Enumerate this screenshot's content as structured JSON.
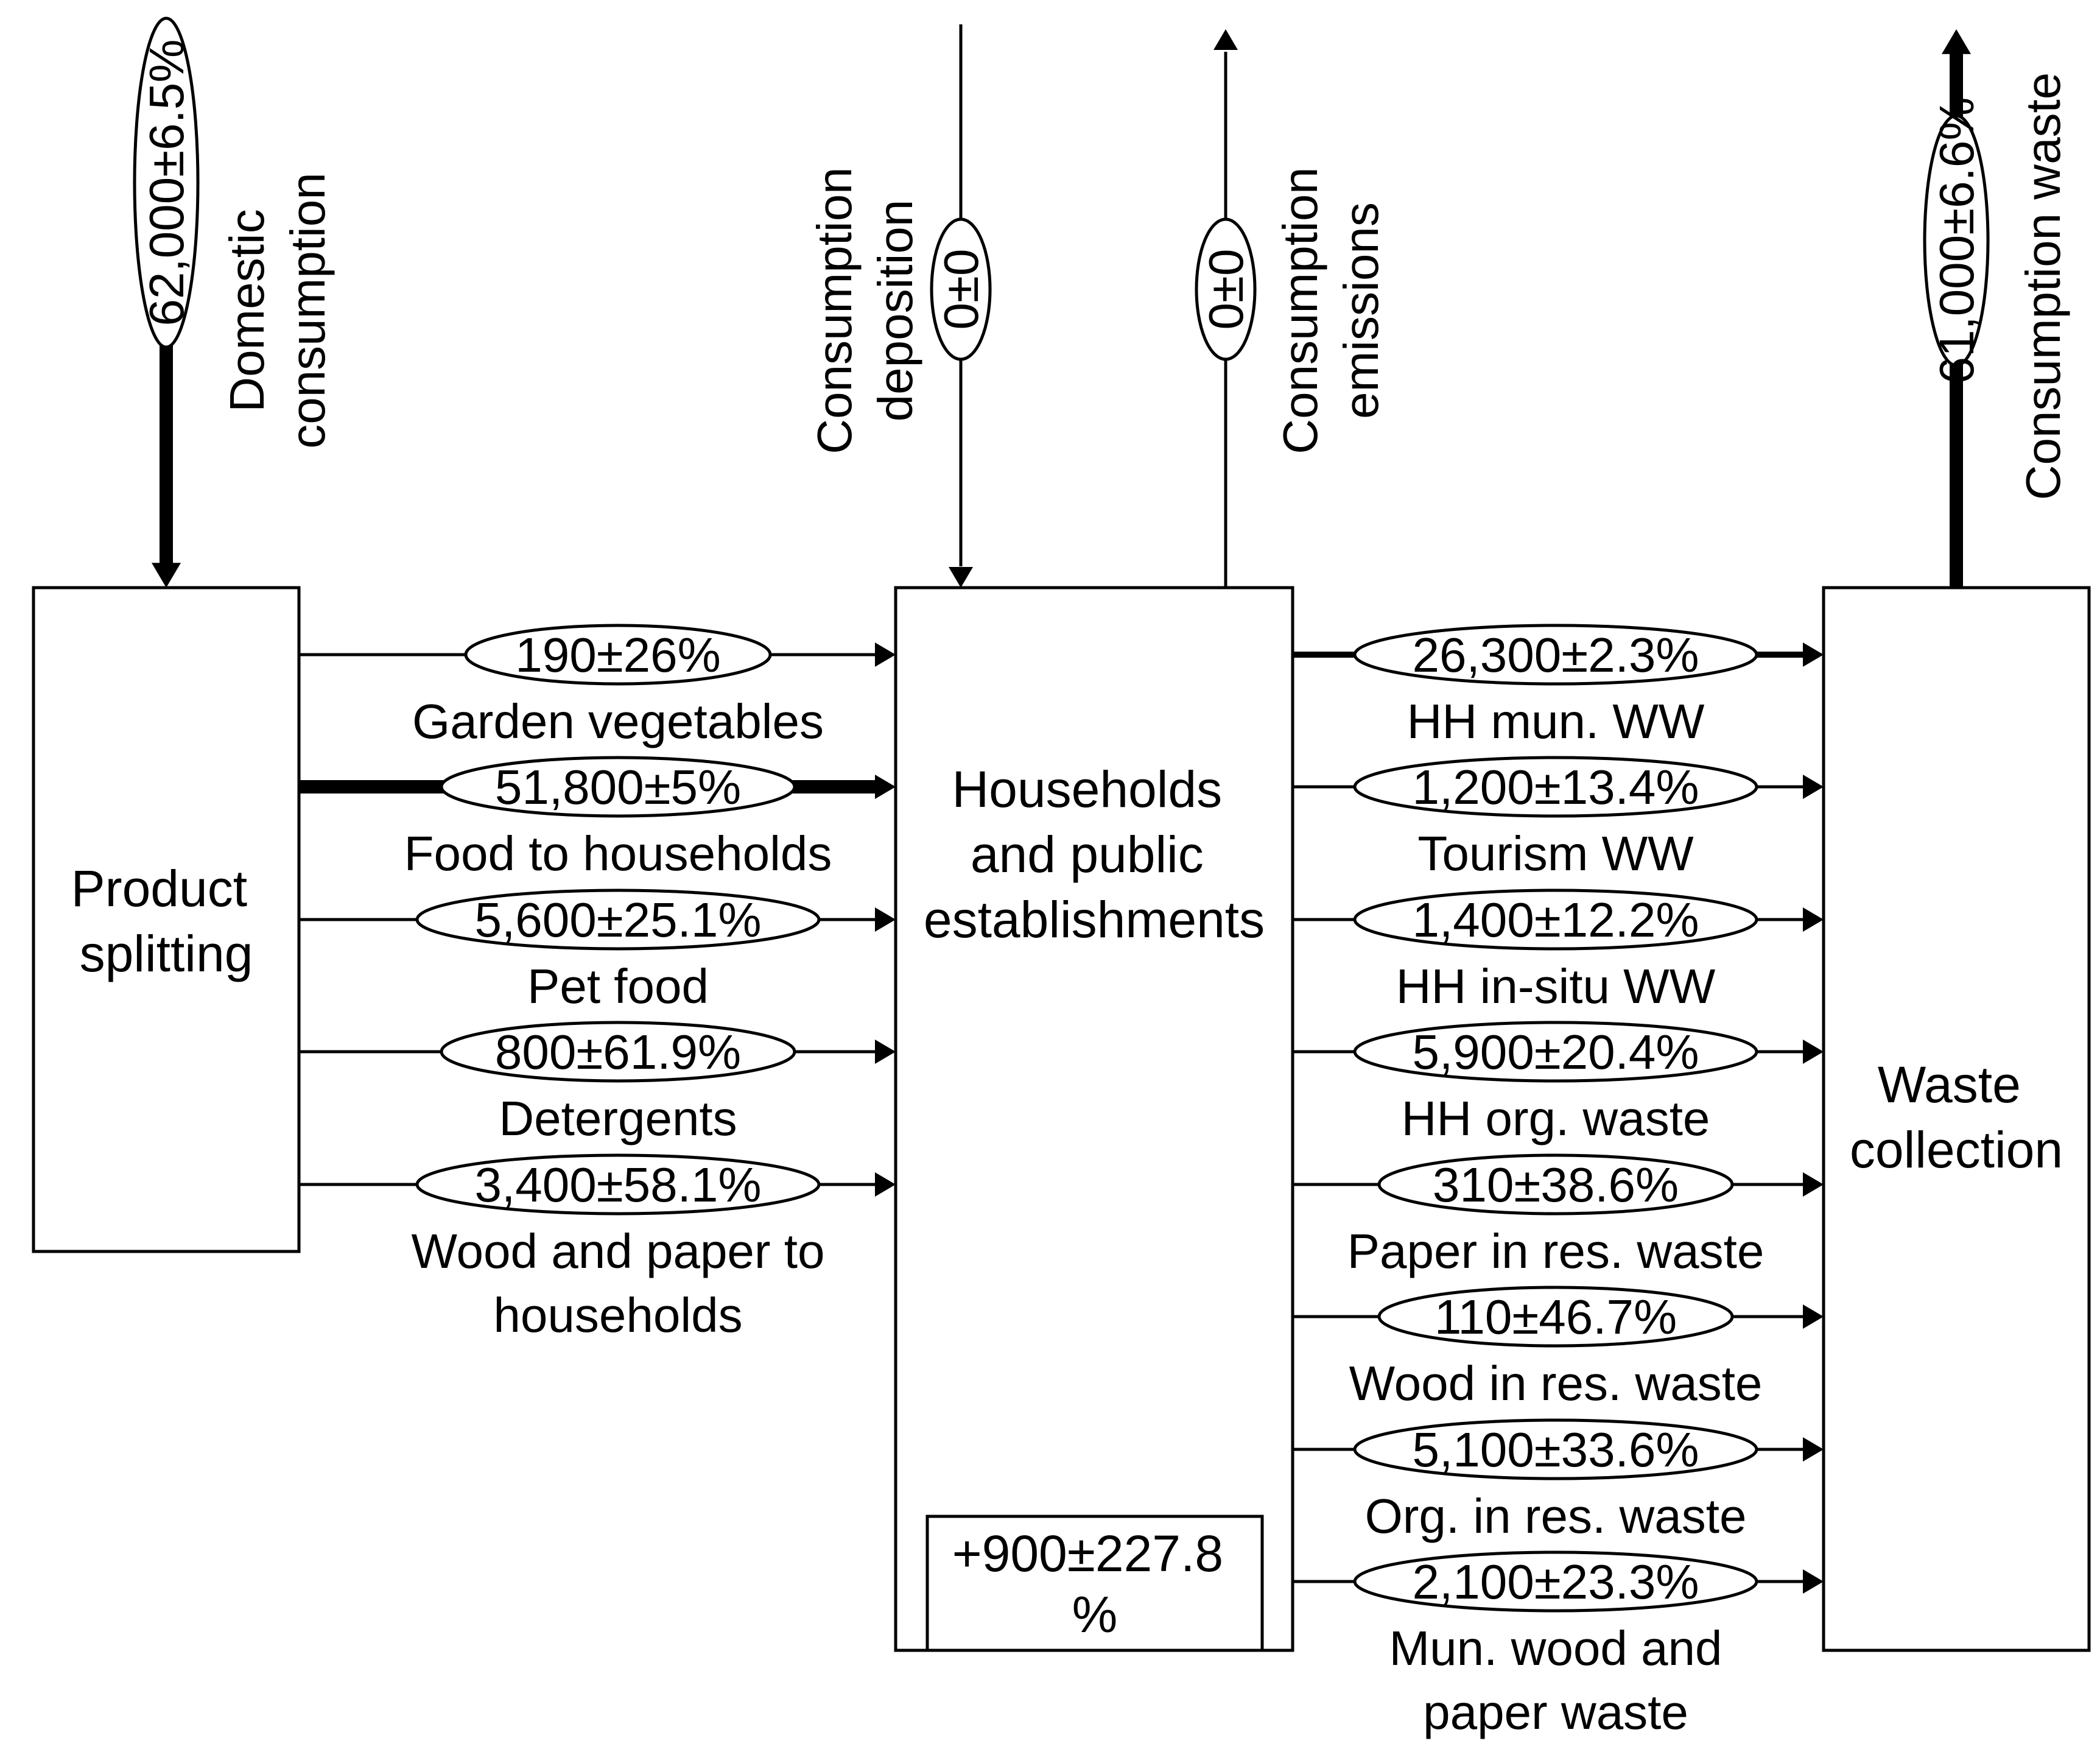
{
  "processes": {
    "product_splitting": {
      "lines": [
        "Product",
        "splitting"
      ]
    },
    "households": {
      "lines": [
        "Households",
        "and public",
        "establishments"
      ]
    },
    "waste_collection": {
      "lines": [
        "Waste",
        "collection"
      ]
    }
  },
  "stock_change": {
    "lines": [
      "+900±227.8",
      "%"
    ]
  },
  "vertical_flows": [
    {
      "id": "domestic-consumption",
      "value": "62,000±6.5%",
      "label_lines": [
        "Domestic",
        "consumption"
      ],
      "direction": "down",
      "weight": "heavy"
    },
    {
      "id": "consumption-deposition",
      "value": "0±0",
      "label_lines": [
        "Consumption",
        "deposition"
      ],
      "direction": "down",
      "weight": "thin"
    },
    {
      "id": "consumption-emissions",
      "value": "0±0",
      "label_lines": [
        "Consumption",
        "emissions"
      ],
      "direction": "up",
      "weight": "thin"
    },
    {
      "id": "consumption-waste",
      "value": "61,000±6.6%",
      "label_lines": [
        "Consumption waste"
      ],
      "direction": "up",
      "weight": "heavy"
    }
  ],
  "left_flows": [
    {
      "value": "190±26%",
      "label_lines": [
        "Garden vegetables"
      ],
      "weight": "thin"
    },
    {
      "value": "51,800±5%",
      "label_lines": [
        "Food to households"
      ],
      "weight": "heavy"
    },
    {
      "value": "5,600±25.1%",
      "label_lines": [
        "Pet food"
      ],
      "weight": "thin"
    },
    {
      "value": "800±61.9%",
      "label_lines": [
        "Detergents"
      ],
      "weight": "thin"
    },
    {
      "value": "3,400±58.1%",
      "label_lines": [
        "Wood and paper to",
        "households"
      ],
      "weight": "thin"
    }
  ],
  "right_flows": [
    {
      "value": "26,300±2.3%",
      "label_lines": [
        "HH mun. WW"
      ],
      "weight": "medium"
    },
    {
      "value": "1,200±13.4%",
      "label_lines": [
        "Tourism WW"
      ],
      "weight": "thin"
    },
    {
      "value": "1,400±12.2%",
      "label_lines": [
        "HH in-situ WW"
      ],
      "weight": "thin"
    },
    {
      "value": "5,900±20.4%",
      "label_lines": [
        "HH org. waste"
      ],
      "weight": "thin"
    },
    {
      "value": "310±38.6%",
      "label_lines": [
        "Paper in res. waste"
      ],
      "weight": "thin"
    },
    {
      "value": "110±46.7%",
      "label_lines": [
        "Wood in res. waste"
      ],
      "weight": "thin"
    },
    {
      "value": "5,100±33.6%",
      "label_lines": [
        "Org. in res. waste"
      ],
      "weight": "thin"
    },
    {
      "value": "2,100±23.3%",
      "label_lines": [
        "Mun. wood and",
        "paper waste"
      ],
      "weight": "thin"
    }
  ]
}
